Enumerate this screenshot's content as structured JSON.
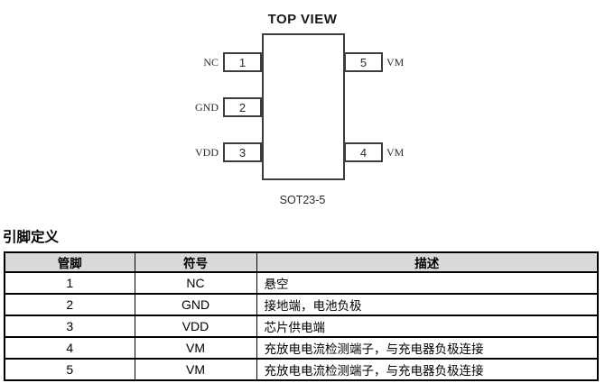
{
  "diagram": {
    "title": "TOP VIEW",
    "package_label": "SOT23-5",
    "left_pins": [
      {
        "number": "1",
        "name": "NC"
      },
      {
        "number": "2",
        "name": "GND"
      },
      {
        "number": "3",
        "name": "VDD"
      }
    ],
    "right_pins": [
      {
        "number": "5",
        "name": "VM"
      },
      {
        "number": "4",
        "name": "VM"
      }
    ]
  },
  "section": {
    "title": "引脚定义"
  },
  "table": {
    "headers": [
      "管脚",
      "符号",
      "描述"
    ],
    "rows": [
      [
        "1",
        "NC",
        "悬空"
      ],
      [
        "2",
        "GND",
        "接地端，电池负极"
      ],
      [
        "3",
        "VDD",
        "芯片供电端"
      ],
      [
        "4",
        "VM",
        "充放电电流检测端子，与充电器负极连接"
      ],
      [
        "5",
        "VM",
        "充放电电流检测端子，与充电器负极连接"
      ]
    ]
  },
  "colors": {
    "header_bg": "#d9d9d9",
    "table_border": "#000000",
    "diagram_stroke": "#3d3d3d"
  }
}
